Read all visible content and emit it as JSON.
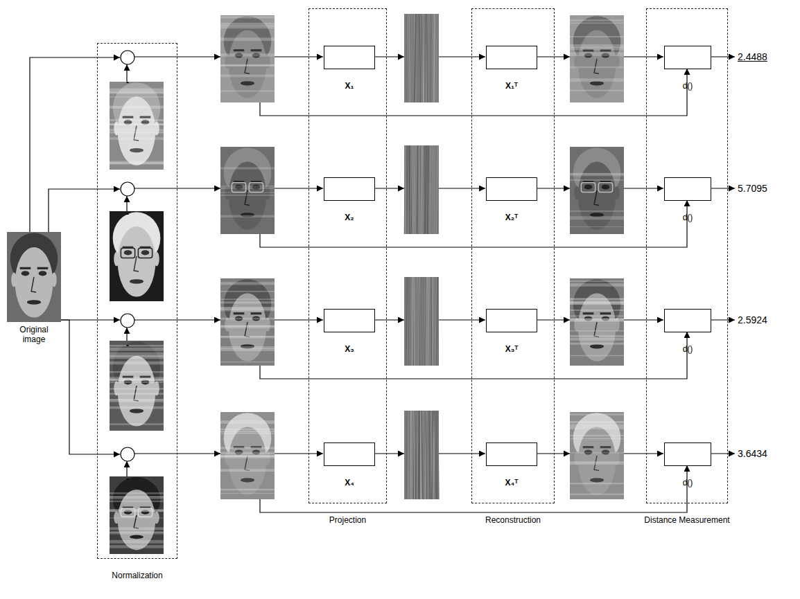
{
  "diagram": {
    "nodes": [
      {
        "text": [
          "Original image"
        ]
      },
      {
        "text": [
          "Normalization"
        ]
      },
      {
        "text": [
          "-"
        ],
        "in": 1
      },
      {
        "text": [
          "-"
        ],
        "in": 1
      },
      {
        "text": [
          "-"
        ],
        "in": 1
      },
      {
        "text": [
          "-"
        ],
        "in": 1
      },
      {
        "text": [
          "Projection"
        ]
      },
      {
        "text": [
          "X₁"
        ],
        "in": 6
      },
      {
        "text": [
          "X₂"
        ],
        "in": 6
      },
      {
        "text": [
          "X₃"
        ],
        "in": 6
      },
      {
        "text": [
          "X₄"
        ],
        "in": 6
      },
      {
        "text": [
          "Reconstruction"
        ]
      },
      {
        "text": [
          "X₁ᵀ"
        ],
        "in": 11
      },
      {
        "text": [
          "X₂ᵀ"
        ],
        "in": 11
      },
      {
        "text": [
          "X₃ᵀ"
        ],
        "in": 11
      },
      {
        "text": [
          "X₄ᵀ"
        ],
        "in": 11
      },
      {
        "text": [
          "Distance Measurement"
        ]
      },
      {
        "text": [
          "d()"
        ],
        "in": 16
      },
      {
        "text": [
          "d()"
        ],
        "in": 16
      },
      {
        "text": [
          "d()"
        ],
        "in": 16
      },
      {
        "text": [
          "d()"
        ],
        "in": 16
      }
    ],
    "edges": [
      {
        "from": 0,
        "to": 2,
        "arrow": "to"
      },
      {
        "from": 0,
        "to": 3,
        "arrow": "to"
      },
      {
        "from": 0,
        "to": 4,
        "arrow": "to"
      },
      {
        "from": 0,
        "to": 5,
        "arrow": "to"
      }
    ],
    "labels": [
      "2.4488",
      "5.7095",
      "2.5924",
      "3.6434"
    ]
  }
}
